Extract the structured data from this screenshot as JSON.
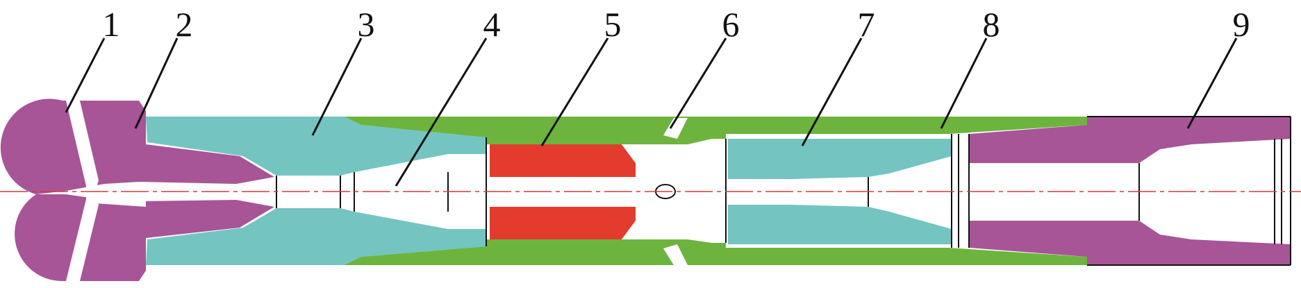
{
  "labels": [
    "1",
    "2",
    "3",
    "4",
    "5",
    "6",
    "7",
    "8",
    "9"
  ],
  "colors": {
    "purple": "#A75597",
    "teal": "#74C4C2",
    "green": "#6DB43F",
    "red": "#E33C2E",
    "line": "#111111",
    "centerline": "#D23A3A"
  }
}
